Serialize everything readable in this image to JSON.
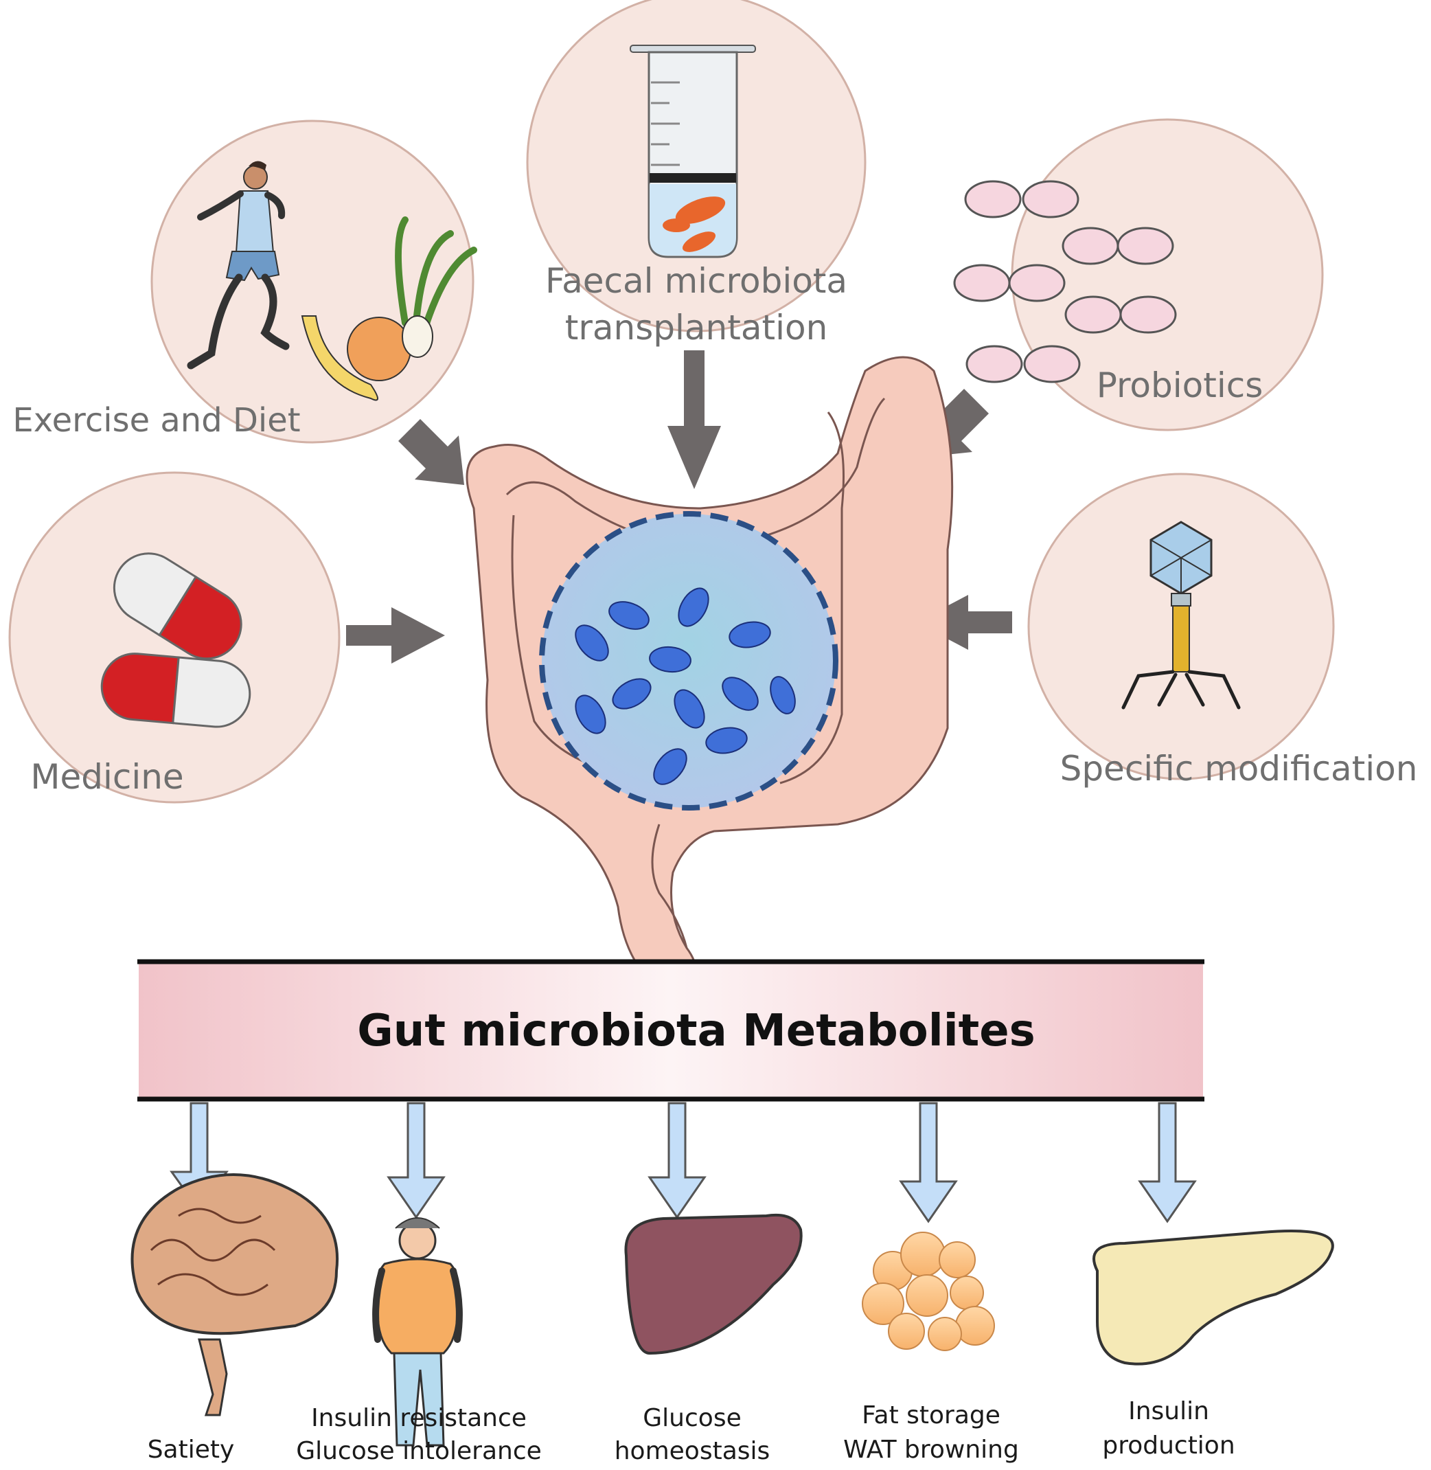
{
  "interventions": {
    "exercise_diet": "Exercise and Diet",
    "fmt_line1": "Faecal microbiota",
    "fmt_line2": "transplantation",
    "probiotics": "Probiotics",
    "medicine": "Medicine",
    "specific_modification": "Specific modification"
  },
  "banner": {
    "title": "Gut microbiota Metabolites"
  },
  "outcomes": {
    "satiety": "Satiety",
    "insulin_line1": "Insulin resistance",
    "insulin_line2": "Glucose intolerance",
    "glucose_line1": "Glucose",
    "glucose_line2": "homeostasis",
    "fat_line1": "Fat storage",
    "fat_line2": "WAT browning",
    "insulinprod_line1": "Insulin",
    "insulinprod_line2": "production"
  },
  "colors": {
    "circle_fill": "#f7e6e0",
    "circle_stroke": "#d2b1a6",
    "arrow_gray": "#6d6868",
    "arrow_blue": "#c4def8",
    "banner_pink": "#f1c6cc",
    "intestine": "#f6cbbd",
    "microbiota_circle": "#a7cde3",
    "dash_ring": "#2b4f86"
  }
}
